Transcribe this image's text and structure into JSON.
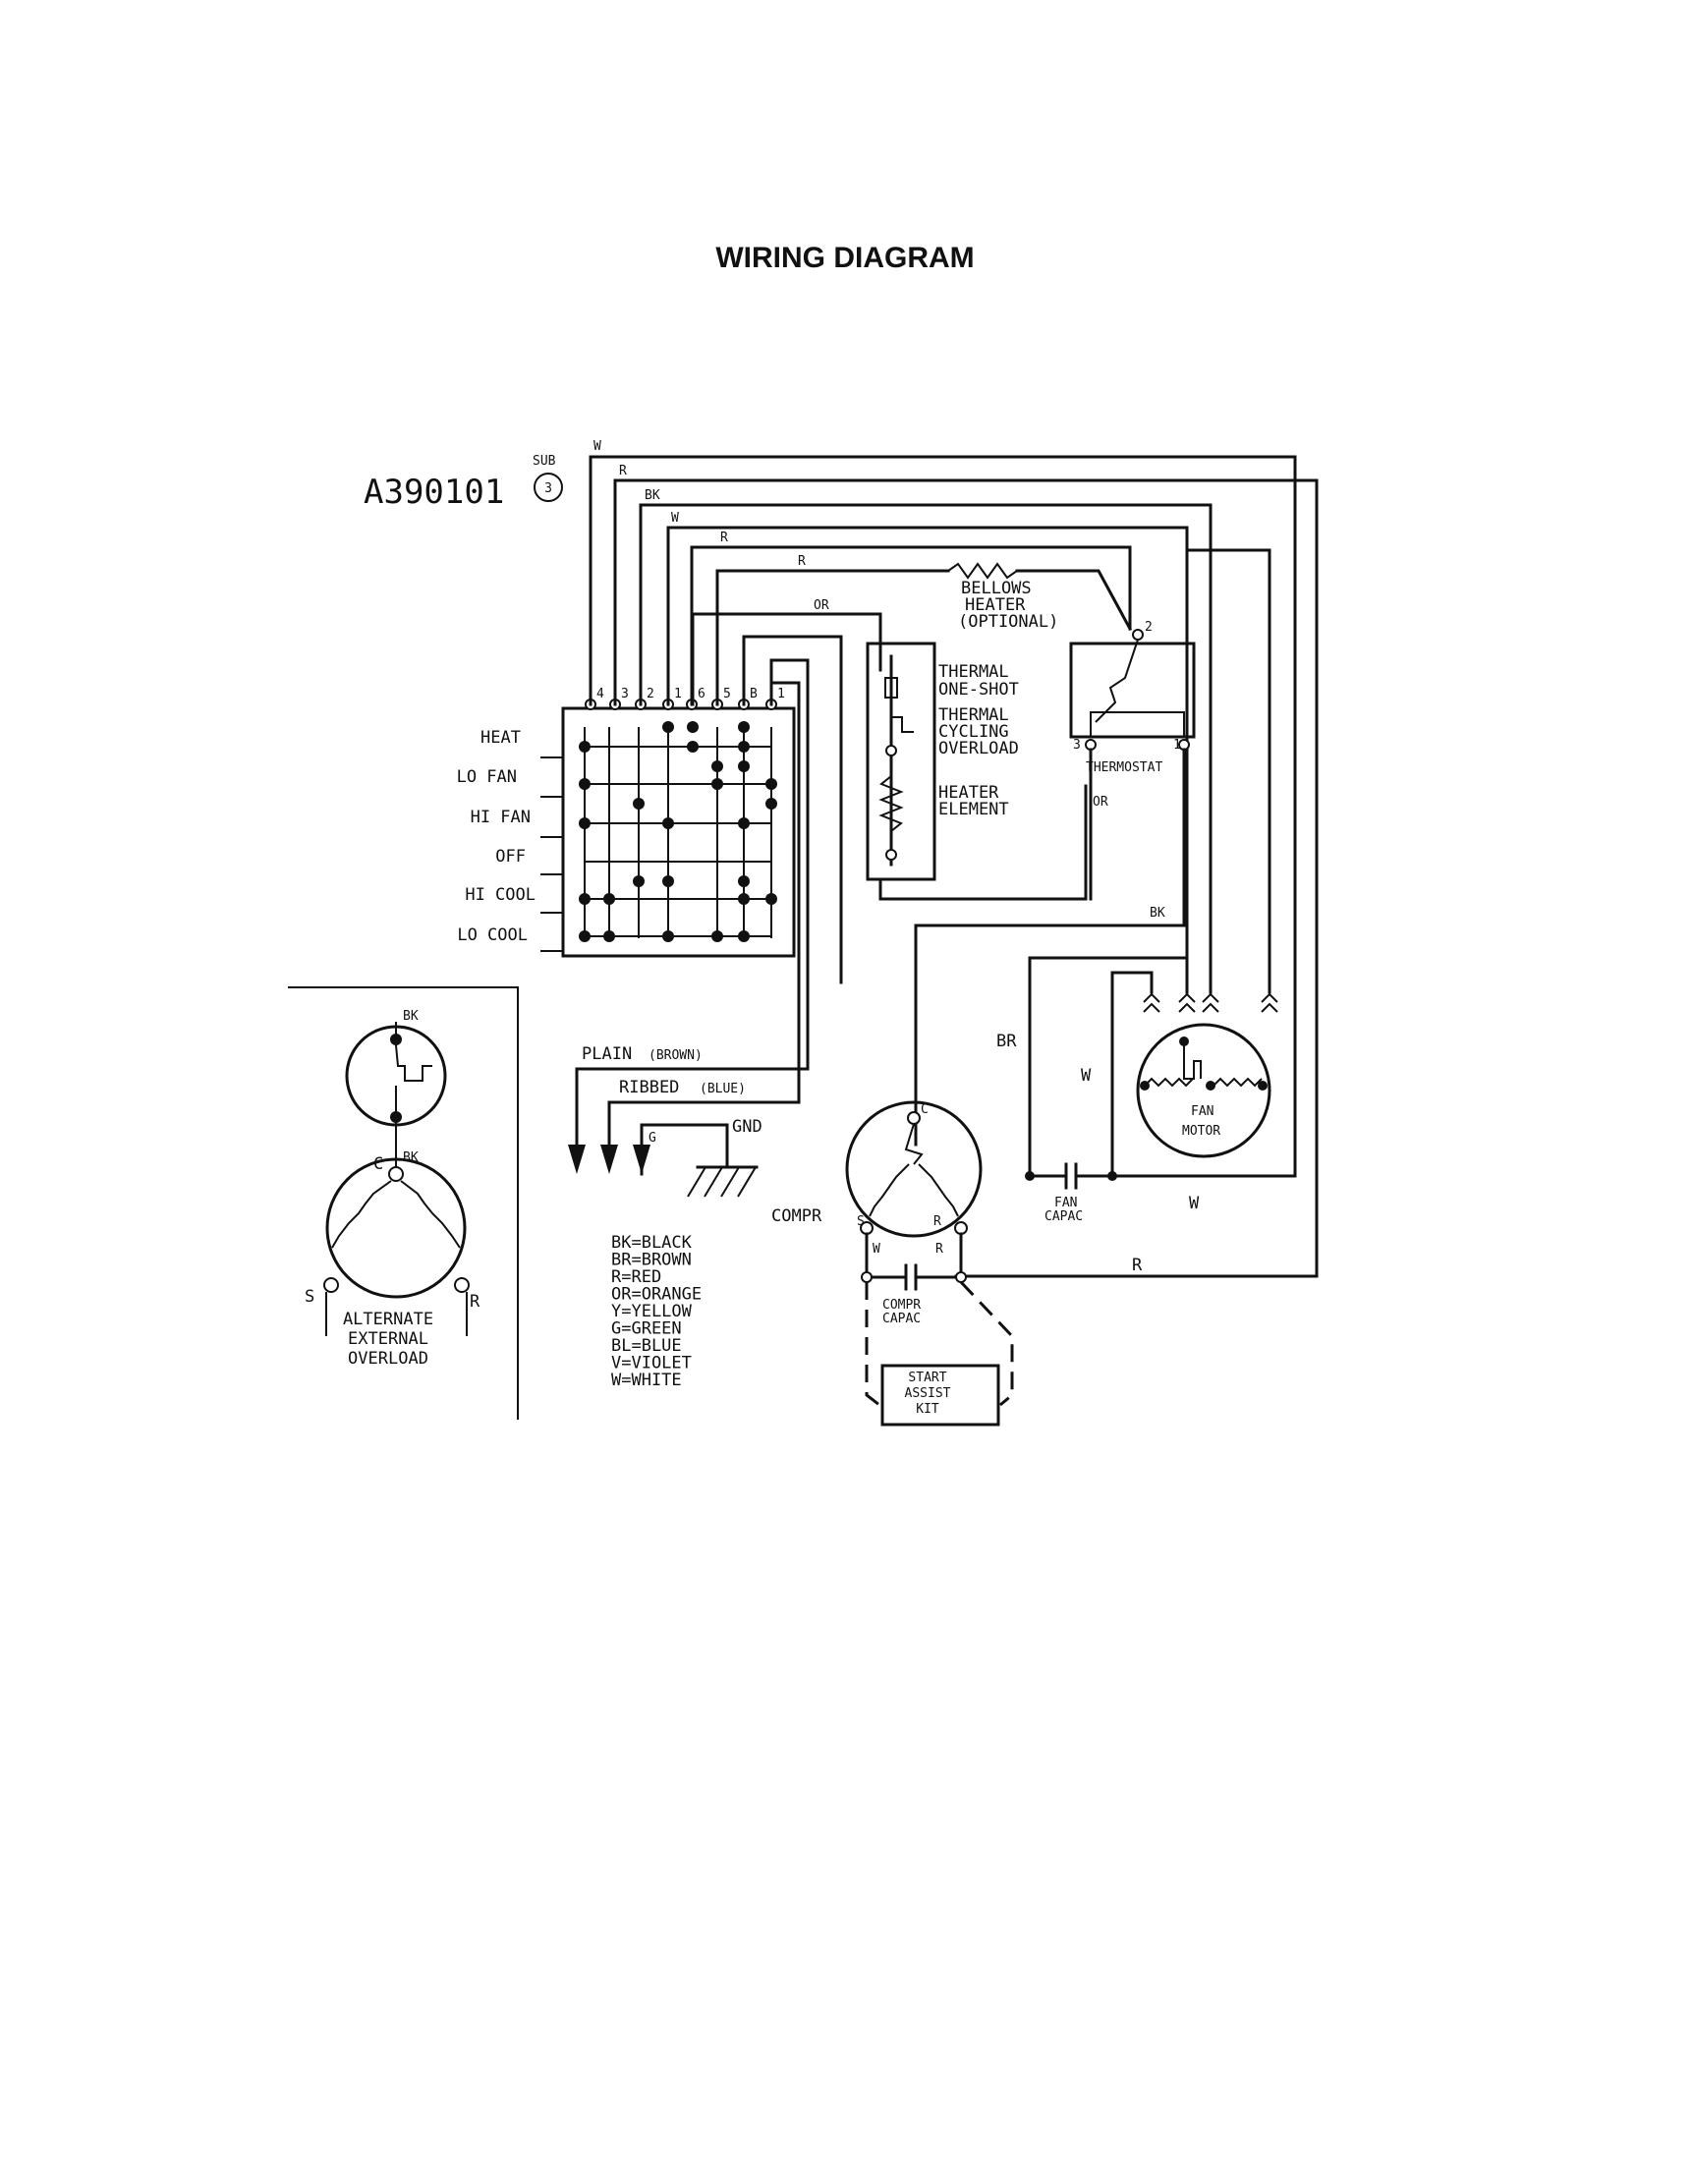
{
  "title": "WIRING DIAGRAM",
  "part_number": "A390101",
  "sub_label": "SUB",
  "sub_number": "3",
  "switch": {
    "terminals": [
      "4",
      "3",
      "2",
      "1",
      "6",
      "5",
      "B",
      "1"
    ],
    "positions": [
      "HEAT",
      "LO FAN",
      "HI FAN",
      "OFF",
      "HI COOL",
      "LO COOL"
    ]
  },
  "wires": {
    "w_top": "W",
    "r_top": "R",
    "bk_top": "BK",
    "w_inner": "W",
    "r_inner": "R",
    "r_bellows": "R",
    "or_top": "OR",
    "or_thermostat": "OR",
    "bk_thermostat": "BK",
    "br_fan": "BR",
    "w_fan": "W",
    "w_bottom": "W",
    "r_bottom": "R"
  },
  "components": {
    "bellows_heater": [
      "BELLOWS",
      "HEATER",
      "(OPTIONAL)"
    ],
    "thermal_one_shot": [
      "THERMAL",
      "ONE-SHOT"
    ],
    "thermal_cycling": [
      "THERMAL",
      "CYCLING",
      "OVERLOAD"
    ],
    "heater_element": [
      "HEATER",
      "ELEMENT"
    ],
    "thermostat": "THERMOSTAT",
    "thermostat_pin_2": "2",
    "thermostat_pin_3": "3",
    "thermostat_pin_1": "1",
    "fan_motor": [
      "FAN",
      "MOTOR"
    ],
    "fan_capac": [
      "FAN",
      "CAPAC"
    ],
    "compr": "COMPR",
    "compr_c": "C",
    "compr_s": "S",
    "compr_r": "R",
    "compr_w": "W",
    "compr_capac": [
      "COMPR",
      "CAPAC"
    ],
    "start_assist": [
      "START",
      "ASSIST",
      "KIT"
    ]
  },
  "cord": {
    "plain": "PLAIN",
    "plain_color": "(BROWN)",
    "ribbed": "RIBBED",
    "ribbed_color": "(BLUE)",
    "g": "G",
    "gnd": "GND"
  },
  "alternate": {
    "bk_top": "BK",
    "c": "C",
    "bk_mid": "BK",
    "s": "S",
    "r": "R",
    "caption": [
      "ALTERNATE",
      "EXTERNAL",
      "OVERLOAD"
    ]
  },
  "legend": [
    "BK=BLACK",
    "BR=BROWN",
    "R=RED",
    "OR=ORANGE",
    "Y=YELLOW",
    "G=GREEN",
    "BL=BLUE",
    "V=VIOLET",
    "W=WHITE"
  ]
}
